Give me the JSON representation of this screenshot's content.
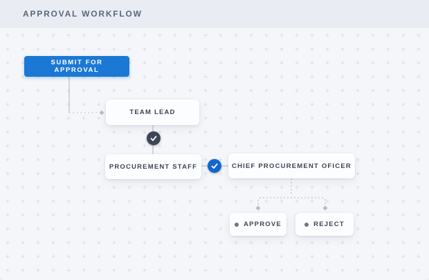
{
  "header": {
    "title": "APPROVAL WORKFLOW"
  },
  "diagram": {
    "submit_button_label": "SUBMIT FOR APPROVAL",
    "nodes": {
      "team_lead": {
        "label": "TEAM LEAD"
      },
      "procurement_staff": {
        "label": "PROCUREMENT STAFF"
      },
      "chief_procurement_officer": {
        "label": "CHIEF PROCUREMENT OFICER"
      },
      "approve": {
        "label": "APPROVE"
      },
      "reject": {
        "label": "REJECT"
      }
    },
    "badges": {
      "team_lead_step": {
        "icon": "check",
        "color": "#3e4557"
      },
      "procurement_step": {
        "icon": "check",
        "color": "#1466cf"
      }
    }
  },
  "colors": {
    "primary_blue": "#1b78d4",
    "badge_dark": "#3e4557",
    "badge_blue": "#1466cf",
    "canvas_bg": "#f4f6f9",
    "header_bg": "#e7ecf2",
    "header_text": "#5d6677",
    "box_bg": "#fcfdff",
    "box_text": "#3e4457",
    "connector_line": "#c3cad5",
    "grid_mark": "#d8dde5",
    "bullet_dot": "#6e7585"
  }
}
